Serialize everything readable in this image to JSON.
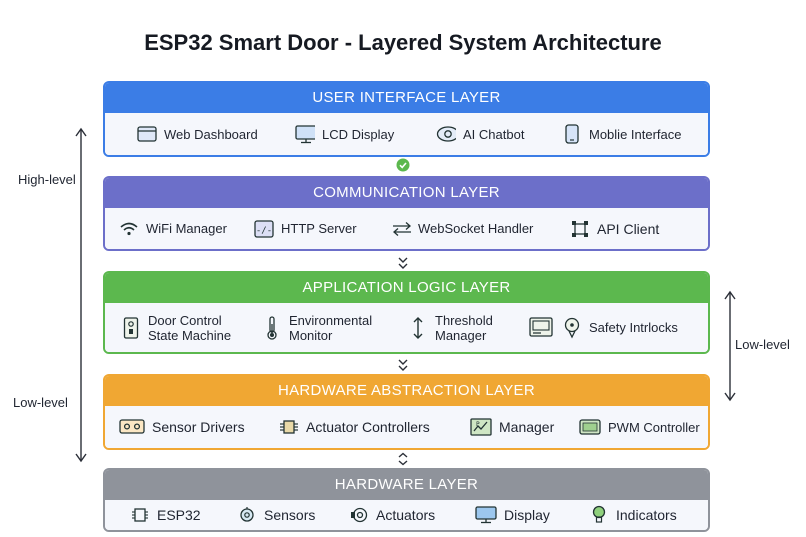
{
  "title": "ESP32 Smart Door - Layered System Architecture",
  "side": {
    "left_top": "High-level",
    "left_bottom": "Low-level",
    "right": "Low-level"
  },
  "colors": {
    "ui": "#3b7de6",
    "comm": "#6c6fc9",
    "app": "#5cb84e",
    "hal": "#f0a733",
    "hw": "#8f939b"
  },
  "layers": [
    {
      "title": "USER INTERFACE LAYER",
      "items": [
        {
          "icon": "monitor-window-icon",
          "label": "Web Dashboard"
        },
        {
          "icon": "lcd-display-icon",
          "label": "LCD Display"
        },
        {
          "icon": "chatbot-eye-icon",
          "label": "AI Chatbot"
        },
        {
          "icon": "mobile-phone-icon",
          "label": "Moblie Interface"
        }
      ]
    },
    {
      "title": "COMMUNICATION LAYER",
      "items": [
        {
          "icon": "wifi-icon",
          "label": "WiFi Manager"
        },
        {
          "icon": "server-code-icon",
          "label": "HTTP Server"
        },
        {
          "icon": "bidirectional-arrows-icon",
          "label": "WebSocket Handler"
        },
        {
          "icon": "api-nodes-icon",
          "label": "API Client"
        }
      ]
    },
    {
      "title": "APPLICATION LOGIC LAYER",
      "items": [
        {
          "icon": "door-control-icon",
          "label": "Door Control State Machine",
          "l1": "Door Control",
          "l2": "State Machine"
        },
        {
          "icon": "thermometer-icon",
          "label": "Environmental Monitor",
          "l1": "Environmental",
          "l2": "Monitor"
        },
        {
          "icon": "vertical-arrows-icon",
          "label": "Threshold Manager",
          "l1": "Threshold",
          "l2": "Manager"
        },
        {
          "icon": "panel-icon",
          "label": ""
        },
        {
          "icon": "safety-lock-icon",
          "label": "Safety Intrlocks"
        }
      ]
    },
    {
      "title": "HARDWARE ABSTRACTION LAYER",
      "items": [
        {
          "icon": "sensor-board-icon",
          "label": "Sensor Drivers"
        },
        {
          "icon": "chip-icon",
          "label": "Actuator Controllers"
        },
        {
          "icon": "manager-chart-icon",
          "label": "Manager"
        },
        {
          "icon": "pwm-screen-icon",
          "label": "PWM Controller"
        }
      ]
    },
    {
      "title": "HARDWARE LAYER",
      "items": [
        {
          "icon": "microcontroller-icon",
          "label": "ESP32"
        },
        {
          "icon": "sensor-icon",
          "label": "Sensors"
        },
        {
          "icon": "actuator-icon",
          "label": "Actuators"
        },
        {
          "icon": "display-icon",
          "label": "Display"
        },
        {
          "icon": "bulb-icon",
          "label": "Indicators"
        }
      ]
    }
  ]
}
